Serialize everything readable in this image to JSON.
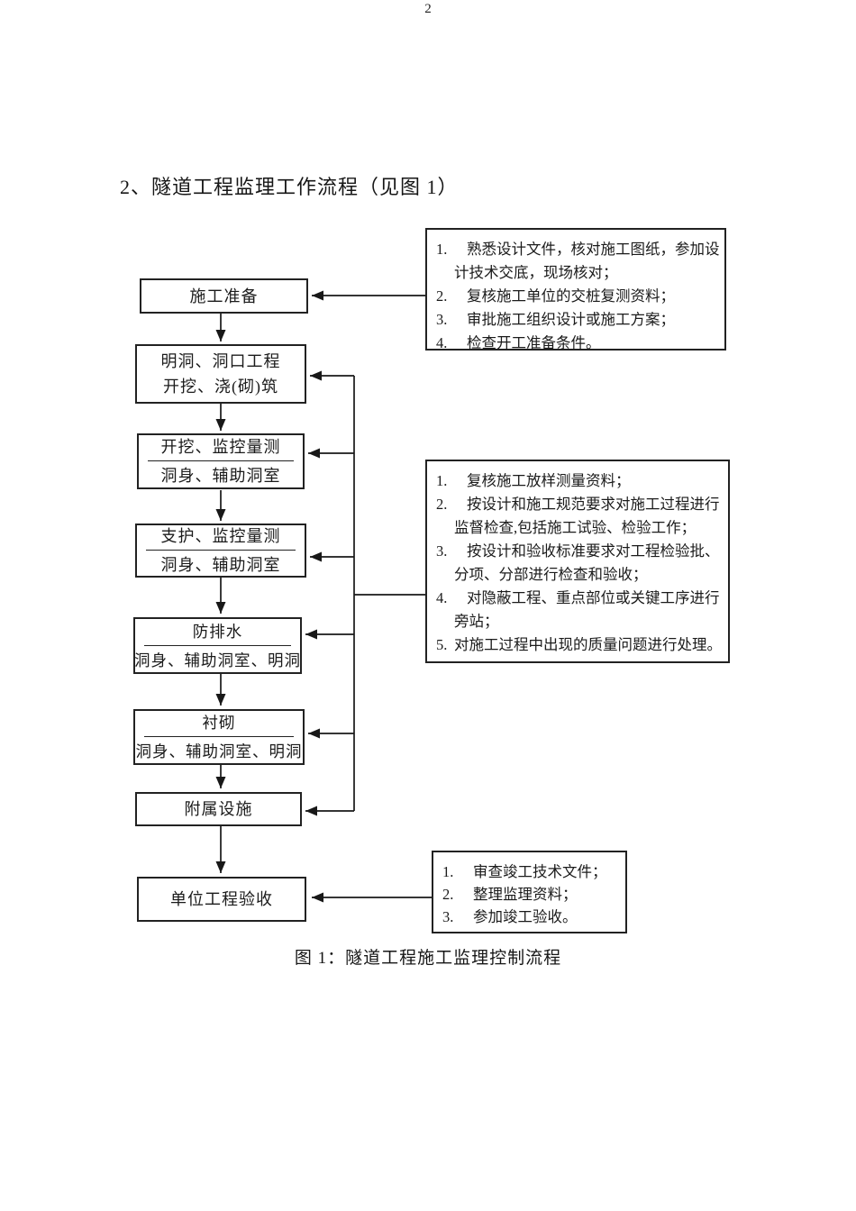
{
  "page": {
    "number": "2",
    "title": "2、隧道工程监理工作流程（见图 1）",
    "caption": "图 1：隧道工程施工监理控制流程"
  },
  "flowchart": {
    "steps": [
      {
        "line1": "施工准备"
      },
      {
        "line1": "明洞、洞口工程",
        "line2": "开挖、浇(砌)筑"
      },
      {
        "line1": "开挖、监控量测",
        "line2": "洞身、辅助洞室"
      },
      {
        "line1": "支护、监控量测",
        "line2": "洞身、辅助洞室"
      },
      {
        "line1": "防排水",
        "line2": "洞身、辅助洞室、明洞"
      },
      {
        "line1": "衬砌",
        "line2": "洞身、辅助洞室、明洞"
      },
      {
        "line1": "附属设施"
      },
      {
        "line1": "单位工程验收"
      }
    ],
    "notes": [
      {
        "items": [
          {
            "num": "1.",
            "text": "熟悉设计文件，核对施工图纸，参加设计技术交底，现场核对；"
          },
          {
            "num": "2.",
            "text": "复核施工单位的交桩复测资料；"
          },
          {
            "num": "3.",
            "text": "审批施工组织设计或施工方案；"
          },
          {
            "num": "4.",
            "text": "检查开工准备条件。"
          }
        ]
      },
      {
        "items": [
          {
            "num": "1.",
            "text": "复核施工放样测量资料；"
          },
          {
            "num": "2.",
            "text": "按设计和施工规范要求对施工过程进行监督检查,包括施工试验、检验工作；"
          },
          {
            "num": "3.",
            "text": "按设计和验收标准要求对工程检验批、分项、分部进行检查和验收；"
          },
          {
            "num": "4.",
            "text": "对隐蔽工程、重点部位或关键工序进行旁站；"
          },
          {
            "num": "5.",
            "text": "对施工过程中出现的质量问题进行处理。"
          }
        ]
      },
      {
        "items": [
          {
            "num": "1.",
            "text": "审查竣工技术文件；"
          },
          {
            "num": "2.",
            "text": "整理监理资料；"
          },
          {
            "num": "3.",
            "text": "参加竣工验收。"
          }
        ]
      }
    ]
  }
}
